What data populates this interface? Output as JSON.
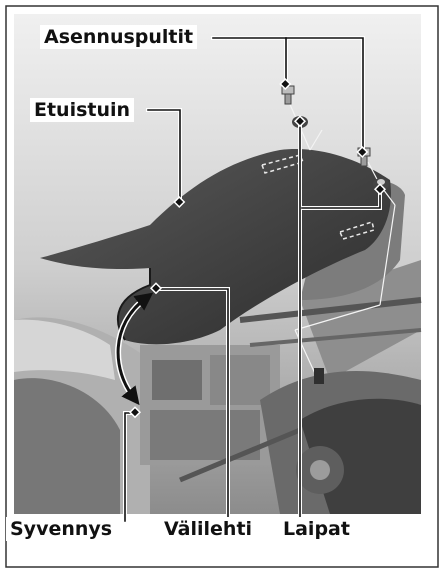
{
  "figure": {
    "labels": {
      "mounting_bolts": "Asennuspultit",
      "front_seat": "Etuistuin",
      "recess": "Syvennys",
      "spacer_tab": "Välilehti",
      "flanges": "Laipat"
    },
    "colors": {
      "frame": "#333333",
      "photo_light": "#e2e2e2",
      "photo_mid": "#a9a9a9",
      "photo_dark": "#4a4a4a",
      "seat": "#3c3c3c",
      "leader": "#111111"
    }
  }
}
